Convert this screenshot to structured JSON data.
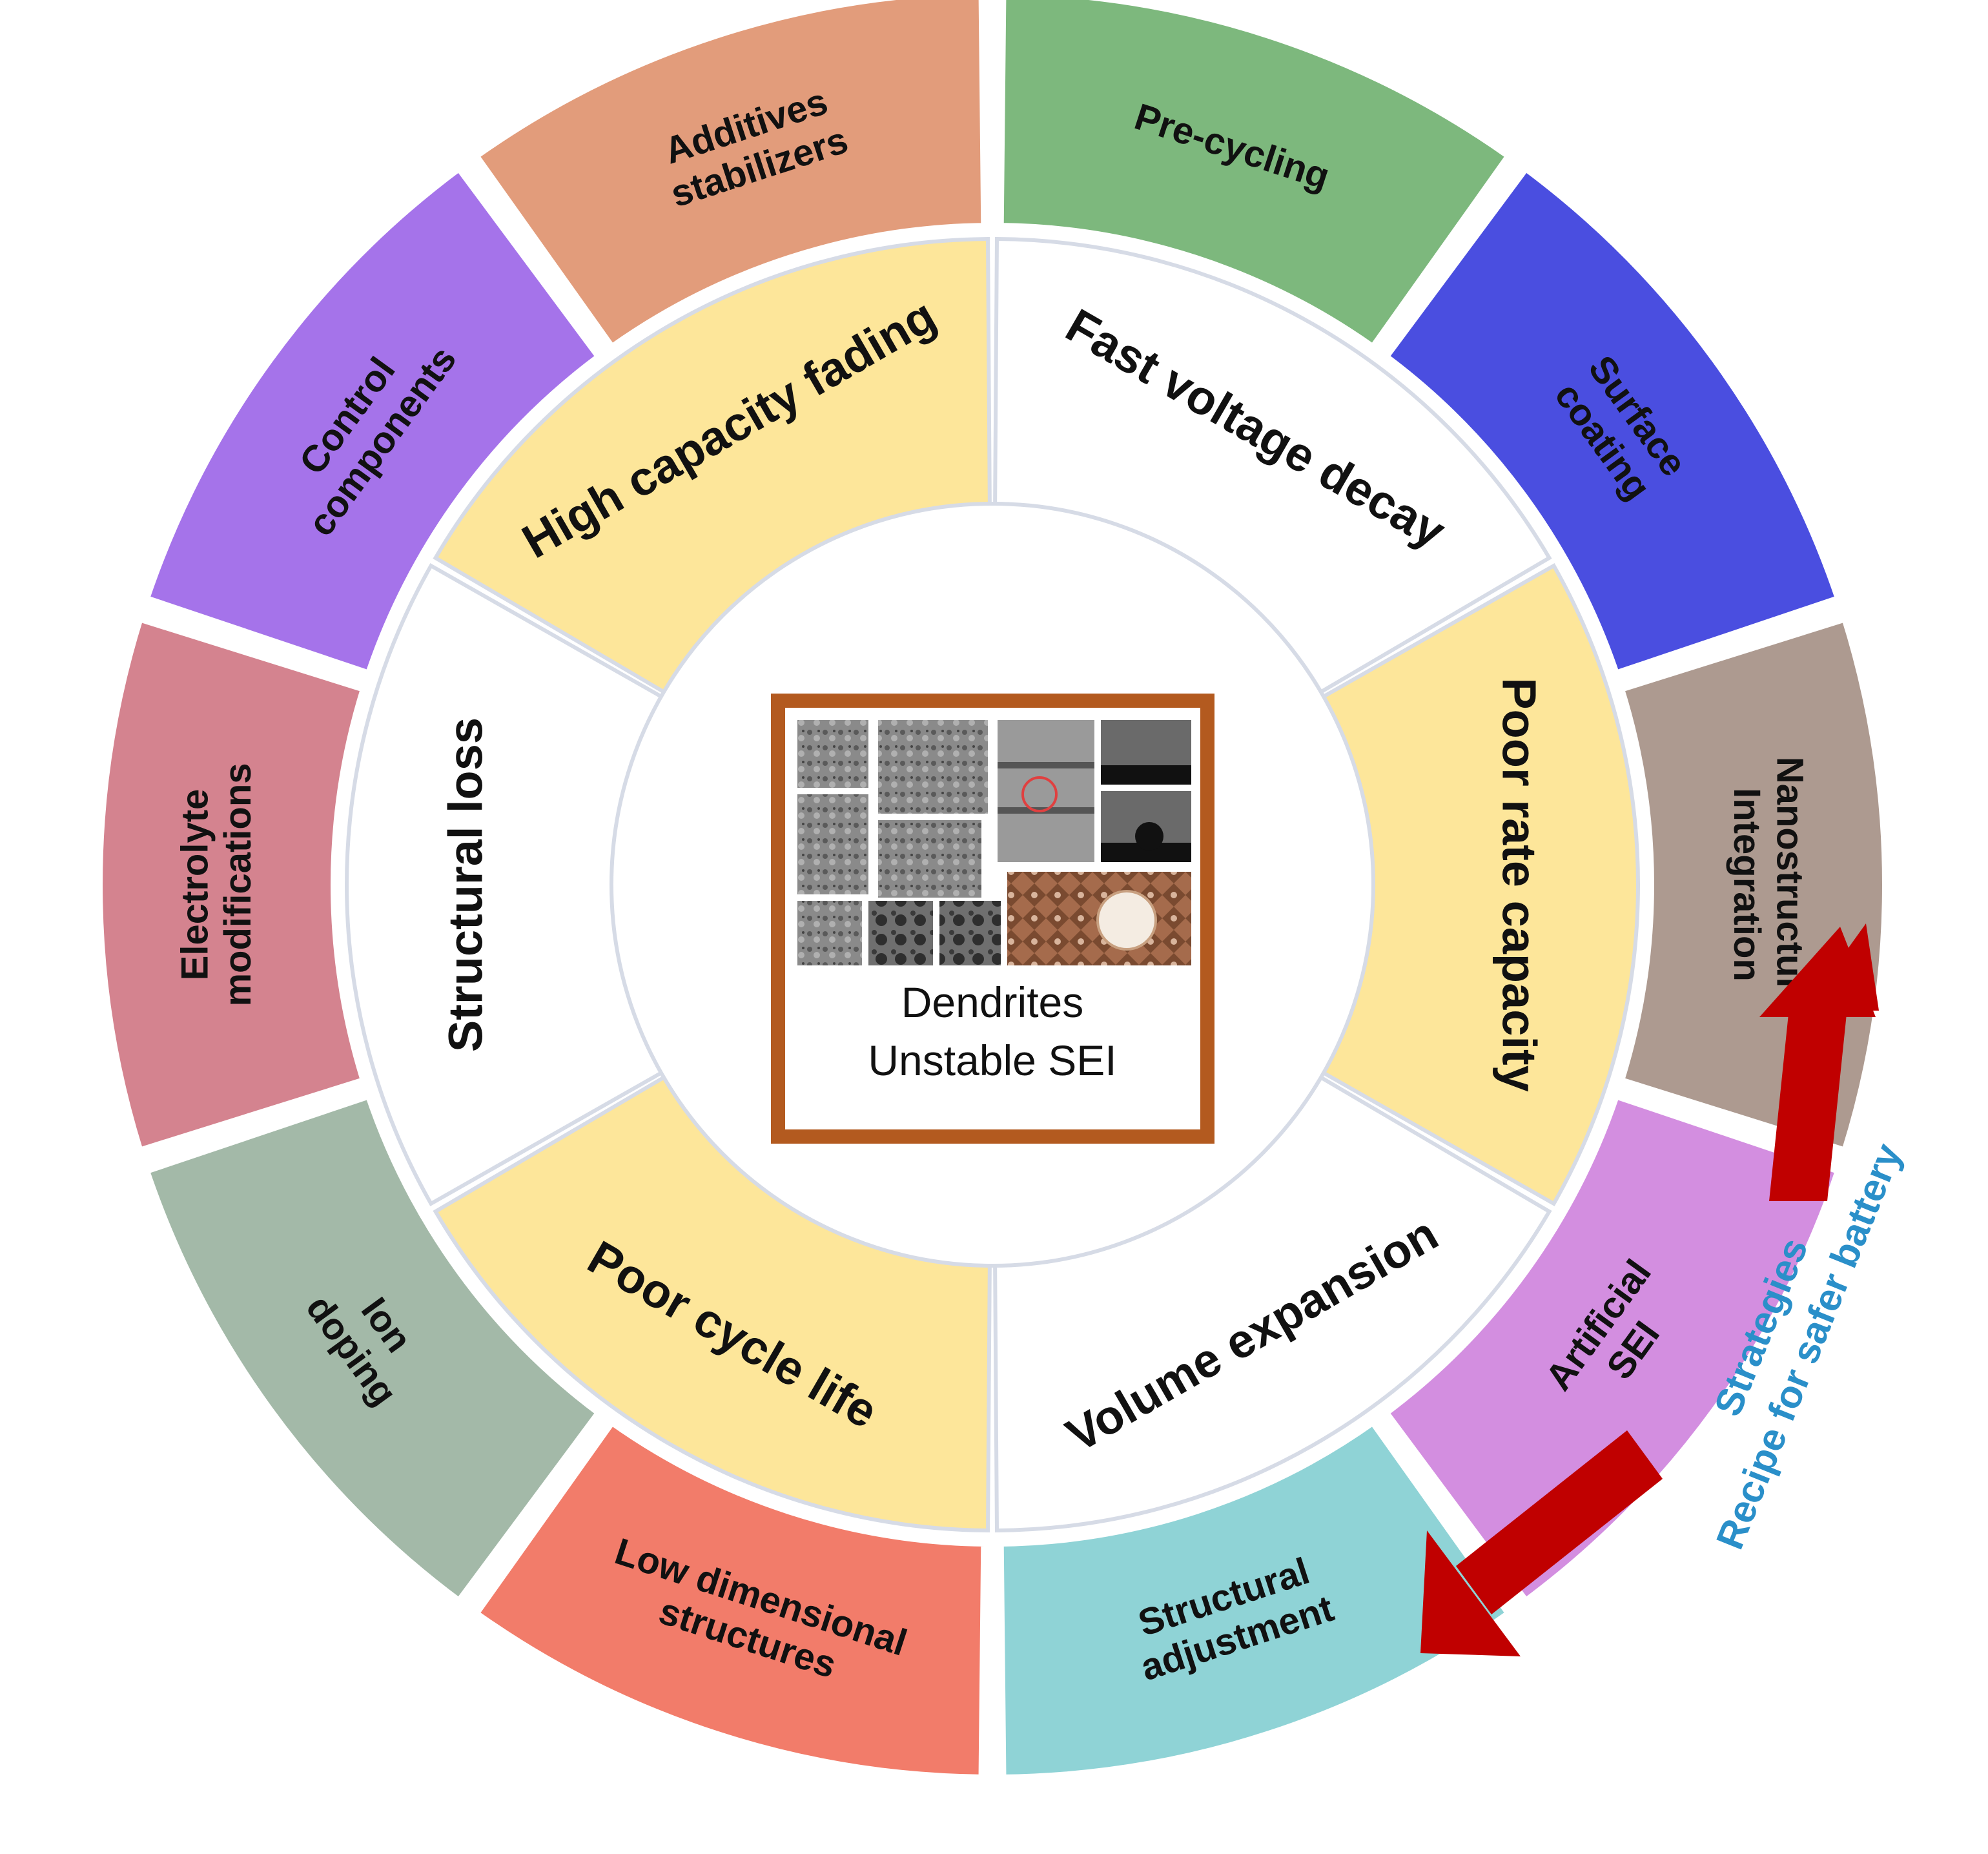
{
  "center": {
    "lines": [
      "Dendrites",
      "Unstable SEI"
    ],
    "frame_color": "#b35a1f",
    "micrographs": "sem-micrograph-collage"
  },
  "inner_ring": [
    {
      "label": "Fast voltage decay",
      "color": "#ffffff"
    },
    {
      "label": "Poor rate capacity",
      "color": "#fde69a"
    },
    {
      "label": "Volume expansion",
      "color": "#ffffff"
    },
    {
      "label": "Poor cycle life",
      "color": "#fde69a"
    },
    {
      "label": "Structural loss",
      "color": "#ffffff"
    },
    {
      "label": "High capacity fading",
      "color": "#fde69a"
    }
  ],
  "outer_ring": [
    {
      "label": "Pre-cycling",
      "color": "#7db87d"
    },
    {
      "label": "Surface coating",
      "color": "#4a4ee0"
    },
    {
      "label": "Nanostructure Integration",
      "color": "#ad9a90"
    },
    {
      "label": "Artificial SEI",
      "color": "#d38ee0"
    },
    {
      "label": "Structural adjustment",
      "color": "#8fd3d6"
    },
    {
      "label": "Low dimensional structures",
      "color": "#f27c6a"
    },
    {
      "label": "Ion doping",
      "color": "#a3b9a8"
    },
    {
      "label": "Electrolyte modifications",
      "color": "#d4838f"
    },
    {
      "label": "Control components",
      "color": "#a573ea"
    },
    {
      "label": "Additives stabilizers",
      "color": "#e29c7b"
    }
  ],
  "strategies": {
    "line1": "Strategies",
    "line2": "Recipe for safer battery",
    "color": "#2a8fc9",
    "arrow_color": "#c00000"
  }
}
